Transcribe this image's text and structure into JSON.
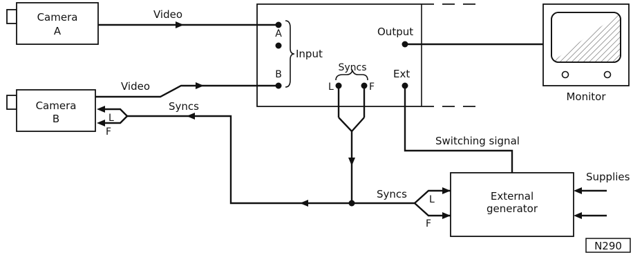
{
  "blocks": {
    "camera_a": {
      "line1": "Camera",
      "line2": "A"
    },
    "camera_b": {
      "line1": "Camera",
      "line2": "B"
    },
    "monitor": "Monitor",
    "external_generator": {
      "line1": "External",
      "line2": "generator"
    }
  },
  "mixer": {
    "input_label": "Input",
    "input_a": "A",
    "input_b": "B",
    "output_label": "Output",
    "syncs_label": "Syncs",
    "sync_l": "L",
    "sync_f": "F",
    "ext_label": "Ext"
  },
  "signals": {
    "video_a": "Video",
    "video_b": "Video",
    "syncs_camera_b": "Syncs",
    "syncs_generator": "Syncs",
    "switching_signal": "Switching signal",
    "supplies": "Supplies"
  },
  "fork_labels": {
    "camera_b_l": "L",
    "camera_b_f": "F",
    "generator_l": "L",
    "generator_f": "F"
  },
  "reference": "N290"
}
